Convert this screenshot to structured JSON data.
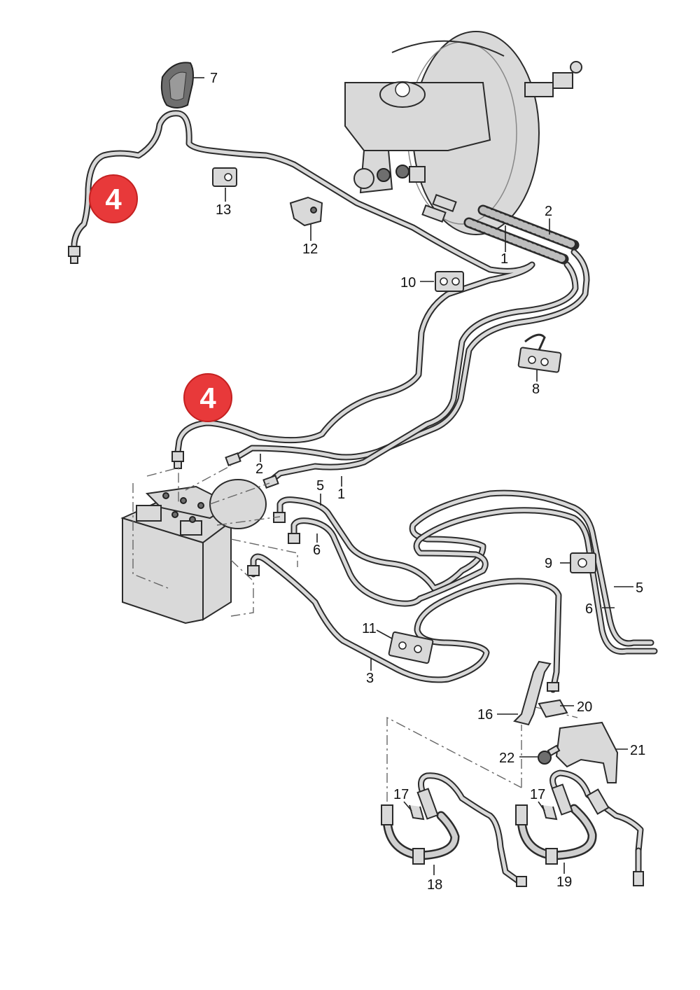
{
  "callouts": {
    "c1": "1",
    "c1b": "1",
    "c2": "2",
    "c2b": "2",
    "c3": "3",
    "c5": "5",
    "c5b": "5",
    "c6": "6",
    "c6b": "6",
    "c7": "7",
    "c8": "8",
    "c9": "9",
    "c10": "10",
    "c11": "11",
    "c12": "12",
    "c13": "13",
    "c16": "16",
    "c17a": "17",
    "c17b": "17",
    "c18": "18",
    "c19": "19",
    "c20": "20",
    "c21": "21",
    "c22": "22"
  },
  "badges": {
    "b1": "4",
    "b2": "4"
  },
  "colors": {
    "badge": "#e8393a",
    "line": "#2b2b2b",
    "part": "#d9d9d9"
  }
}
